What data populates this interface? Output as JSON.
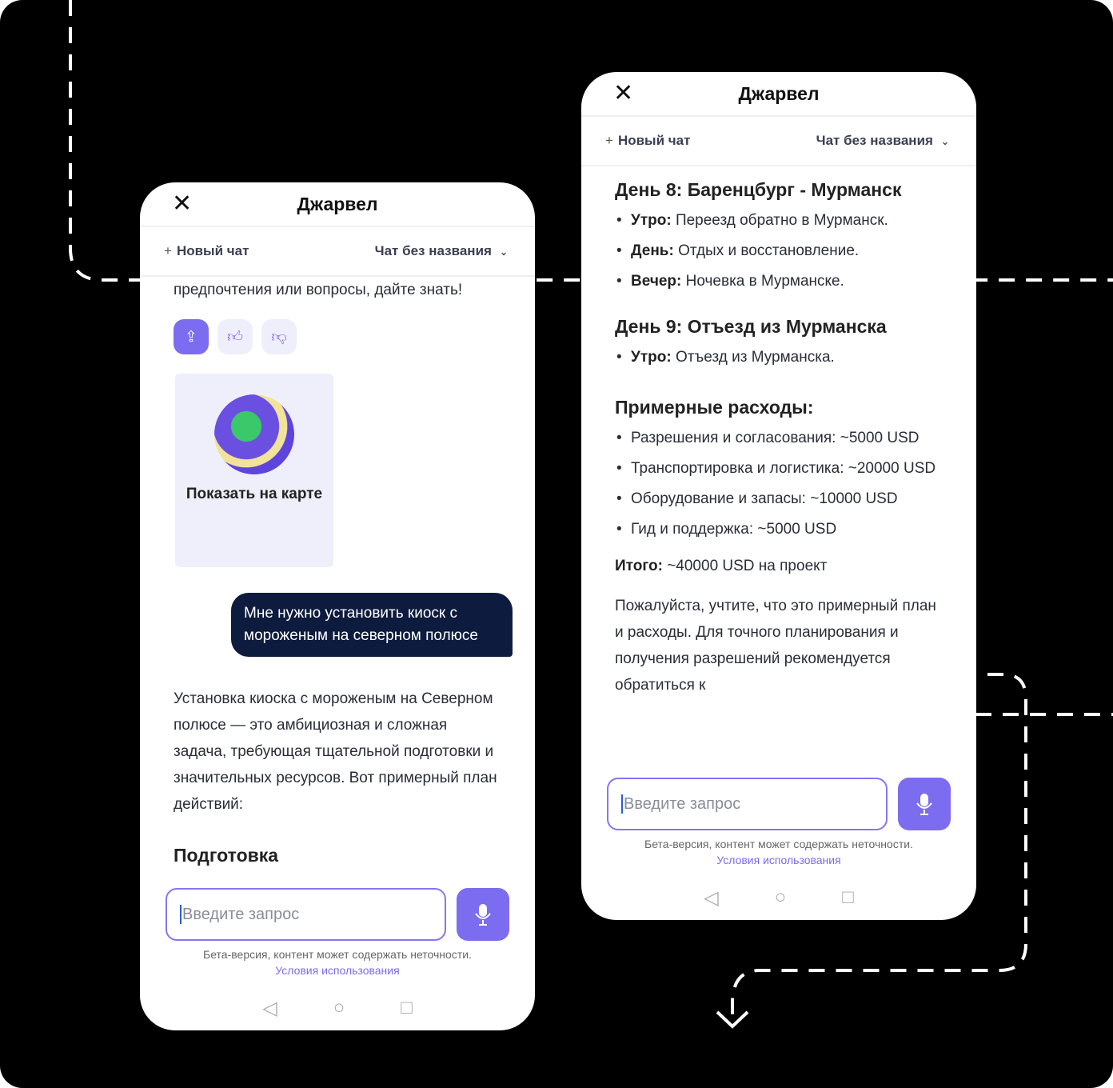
{
  "app": {
    "title": "Джарвел",
    "new_chat": "Новый чат",
    "chat_name": "Чат без названия",
    "input_placeholder": "Введите запрос",
    "beta_text": "Бета-версия, контент может содержать неточности.",
    "terms_link": "Условия использования"
  },
  "left": {
    "prev_text": "предпочтения или вопросы, дайте знать!",
    "map_card": "Показать на карте",
    "user_message": "Мне нужно установить киоск с мороженым на северном полюсе",
    "reply": "Установка киоска с мороженым на Северном полюсе — это амбициозная и сложная задача, требующая тщательной подготовки и значительных ресурсов. Вот примерный план действий:",
    "next_heading": "Подготовка"
  },
  "right": {
    "day8": {
      "title": "День 8: Баренцбург - Мурманск",
      "items": [
        {
          "k": "Утро:",
          "v": " Переезд обратно в Мурманск."
        },
        {
          "k": "День:",
          "v": " Отдых и восстановление."
        },
        {
          "k": "Вечер:",
          "v": " Ночевка в Мурманске."
        }
      ]
    },
    "day9": {
      "title": "День 9: Отъезд из Мурманска",
      "items": [
        {
          "k": "Утро:",
          "v": " Отъезд из Мурманска."
        }
      ]
    },
    "costs": {
      "title": "Примерные расходы:",
      "items": [
        "Разрешения и согласования: ~5000 USD",
        "Транспортировка и логистика: ~20000 USD",
        "Оборудование и запасы: ~10000 USD",
        "Гид и поддержка: ~5000 USD"
      ]
    },
    "total_label": "Итого:",
    "total_value": " ~40000 USD на проект",
    "note": "Пожалуйста, учтите, что это примерный план и расходы. Для точного планирования и получения разрешений рекомендуется обратиться к"
  }
}
